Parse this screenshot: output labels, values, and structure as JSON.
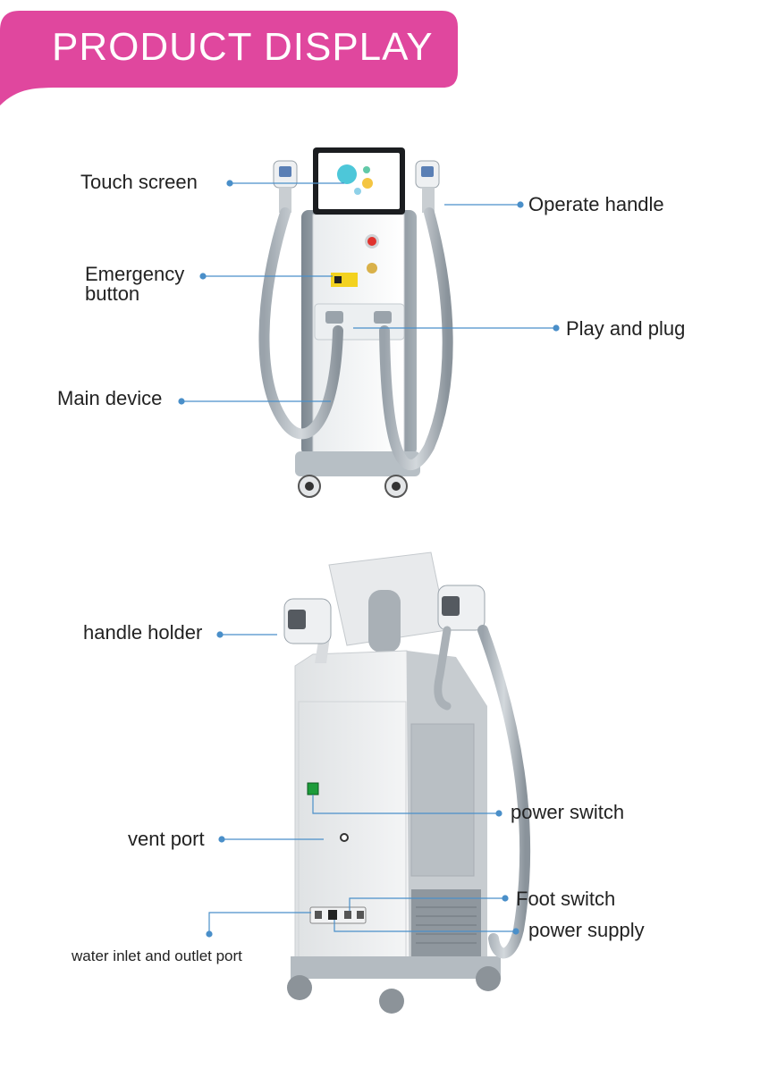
{
  "header": {
    "title": "PRODUCT DISPLAY",
    "accent_color": "#e0479e"
  },
  "front_view": {
    "callouts": {
      "touch_screen": "Touch screen",
      "operate_handle": "Operate handle",
      "emergency_button_line1": "Emergency",
      "emergency_button_line2": "button",
      "play_and_plug": "Play and plug",
      "main_device": "Main device"
    }
  },
  "back_view": {
    "callouts": {
      "handle_holder": "handle holder",
      "power_switch": "power switch",
      "vent_port": "vent port",
      "foot_switch": "Foot switch",
      "power_supply": "power supply",
      "water_port": "water inlet and outlet port"
    }
  },
  "leader_color": "#4a8fc9"
}
